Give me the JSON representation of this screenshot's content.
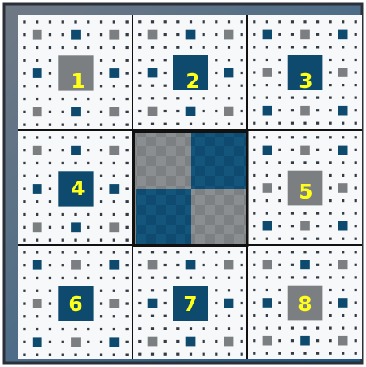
{
  "figure": {
    "labels": [
      "1",
      "2",
      "3",
      "4",
      "5",
      "6",
      "7",
      "8"
    ],
    "colors": {
      "outer_border": "#2a2f38",
      "frame_left": "#6f7884",
      "frame_right": "#1f5a85",
      "tile_white": "#f7f8f9",
      "hole_grey": "#7c7f82",
      "hole_blue": "#0e4a6e",
      "grid_line": "#111111",
      "label_yellow": "#ffff1a"
    }
  }
}
